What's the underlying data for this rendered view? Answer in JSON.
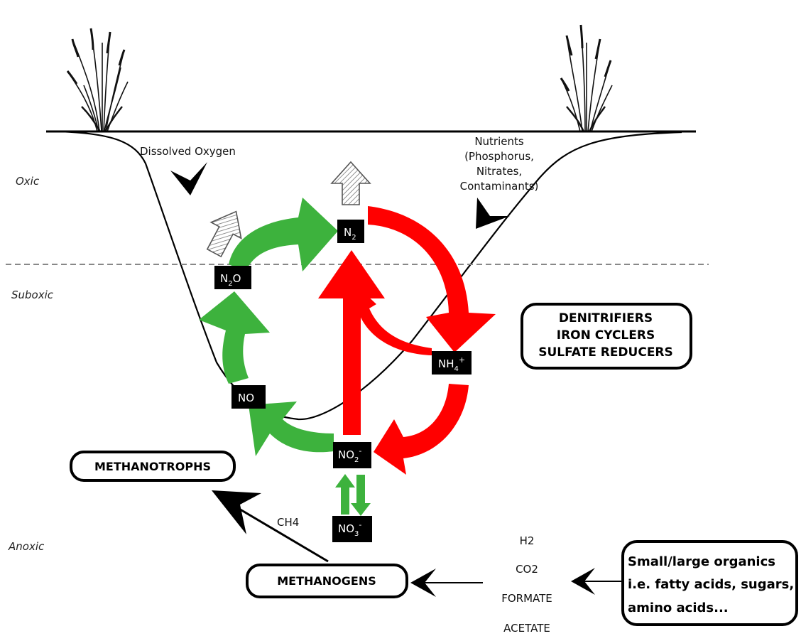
{
  "zones": {
    "oxic": "Oxic",
    "suboxic": "Suboxic",
    "anoxic": "Anoxic"
  },
  "annotations": {
    "dissolved_oxygen": "Dissolved Oxygen",
    "nutrients": [
      "Nutrients",
      "(Phosphorus,",
      "Nitrates,",
      "Contaminants)"
    ],
    "ch4": "CH4"
  },
  "species": {
    "n2": {
      "base": "N",
      "sub": "2",
      "sup": ""
    },
    "n2o": {
      "base": "N",
      "sub": "2",
      "tail": "O"
    },
    "no": {
      "base": "NO"
    },
    "no2": {
      "base": "NO",
      "sub": "2",
      "sup": "-"
    },
    "no3": {
      "base": "NO",
      "sub": "3",
      "sup": "-"
    },
    "nh4": {
      "base": "NH",
      "sub": "4",
      "sup": "+"
    }
  },
  "groups": {
    "denitrifiers": [
      "DENITRIFIERS",
      "IRON CYCLERS",
      "SULFATE REDUCERS"
    ],
    "methanotrophs": "METHANOTROPHS",
    "methanogens": "METHANOGENS",
    "organics": [
      "Small/large organics",
      "i.e. fatty acids, sugars,",
      "amino acids..."
    ]
  },
  "substrates": [
    "H2",
    "CO2",
    "FORMATE",
    "ACETATE"
  ],
  "colors": {
    "green": "#3db23d",
    "red": "#ff0000",
    "box": "#000000",
    "line": "#000000"
  }
}
